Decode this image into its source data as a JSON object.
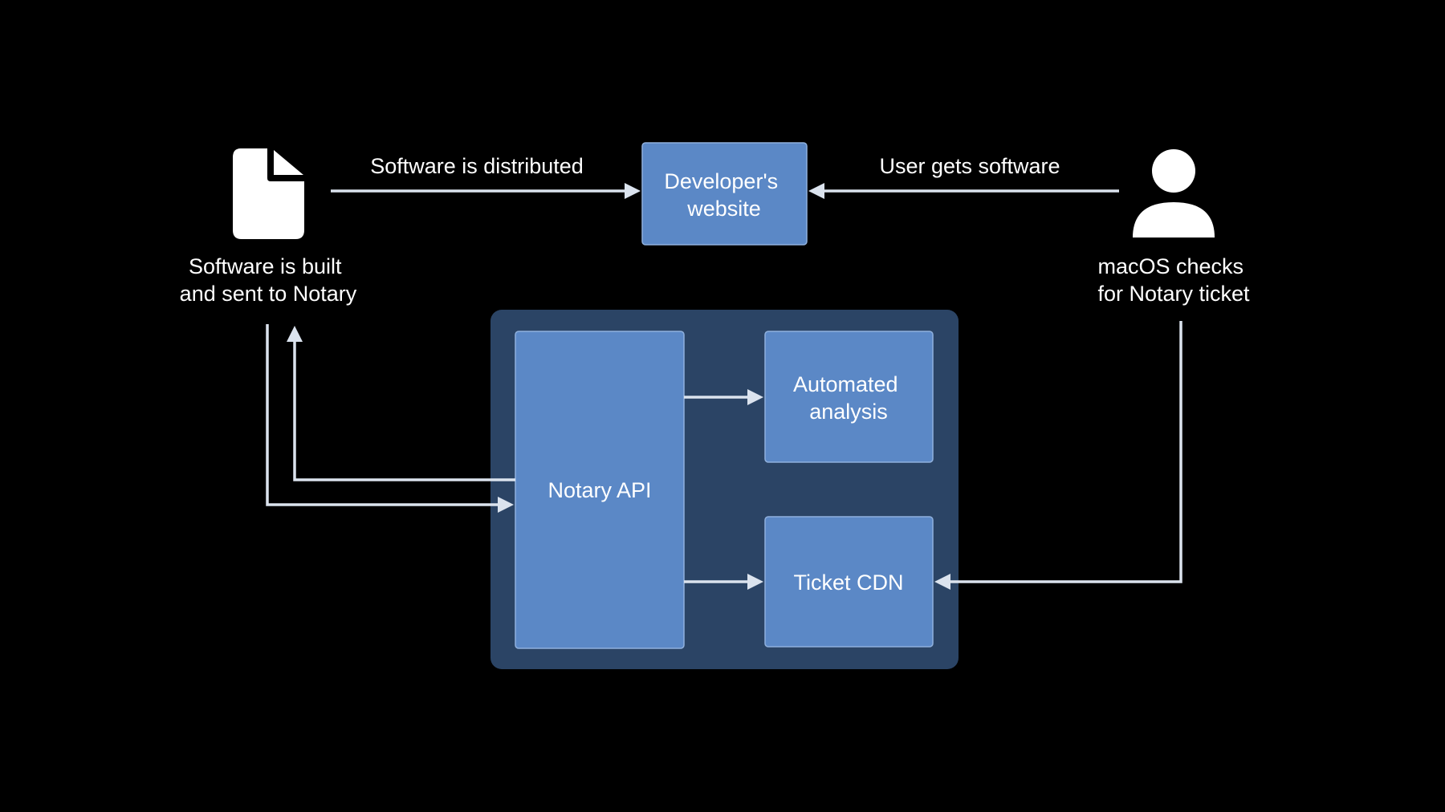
{
  "edges": {
    "software_distributed": "Software is distributed",
    "user_gets_software": "User gets software"
  },
  "nodes": {
    "software_built": [
      "Software is built",
      "and sent to Notary"
    ],
    "developers_website": [
      "Developer's",
      "website"
    ],
    "macos_checks": [
      "macOS checks",
      "for Notary ticket"
    ],
    "notary_api": "Notary API",
    "automated_analysis": [
      "Automated",
      "analysis"
    ],
    "ticket_cdn": "Ticket CDN"
  },
  "colors": {
    "background": "#000000",
    "node_fill": "#5b88c6",
    "container_fill": "#2b4465",
    "connector": "#dbe3ee",
    "text": "#ffffff"
  },
  "icons": {
    "software": "document-icon",
    "user": "person-icon"
  }
}
